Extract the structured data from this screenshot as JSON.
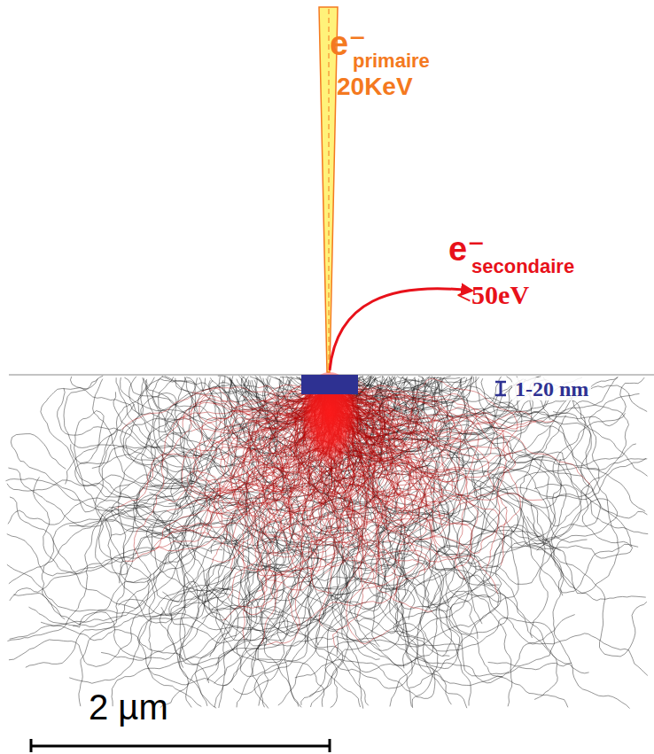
{
  "diagram": {
    "labels": [
      "e⁻",
      "primaire",
      "20KeV",
      "e⁻",
      "secondaire",
      "<50eV",
      "1-20 nm",
      "2 µm"
    ]
  }
}
